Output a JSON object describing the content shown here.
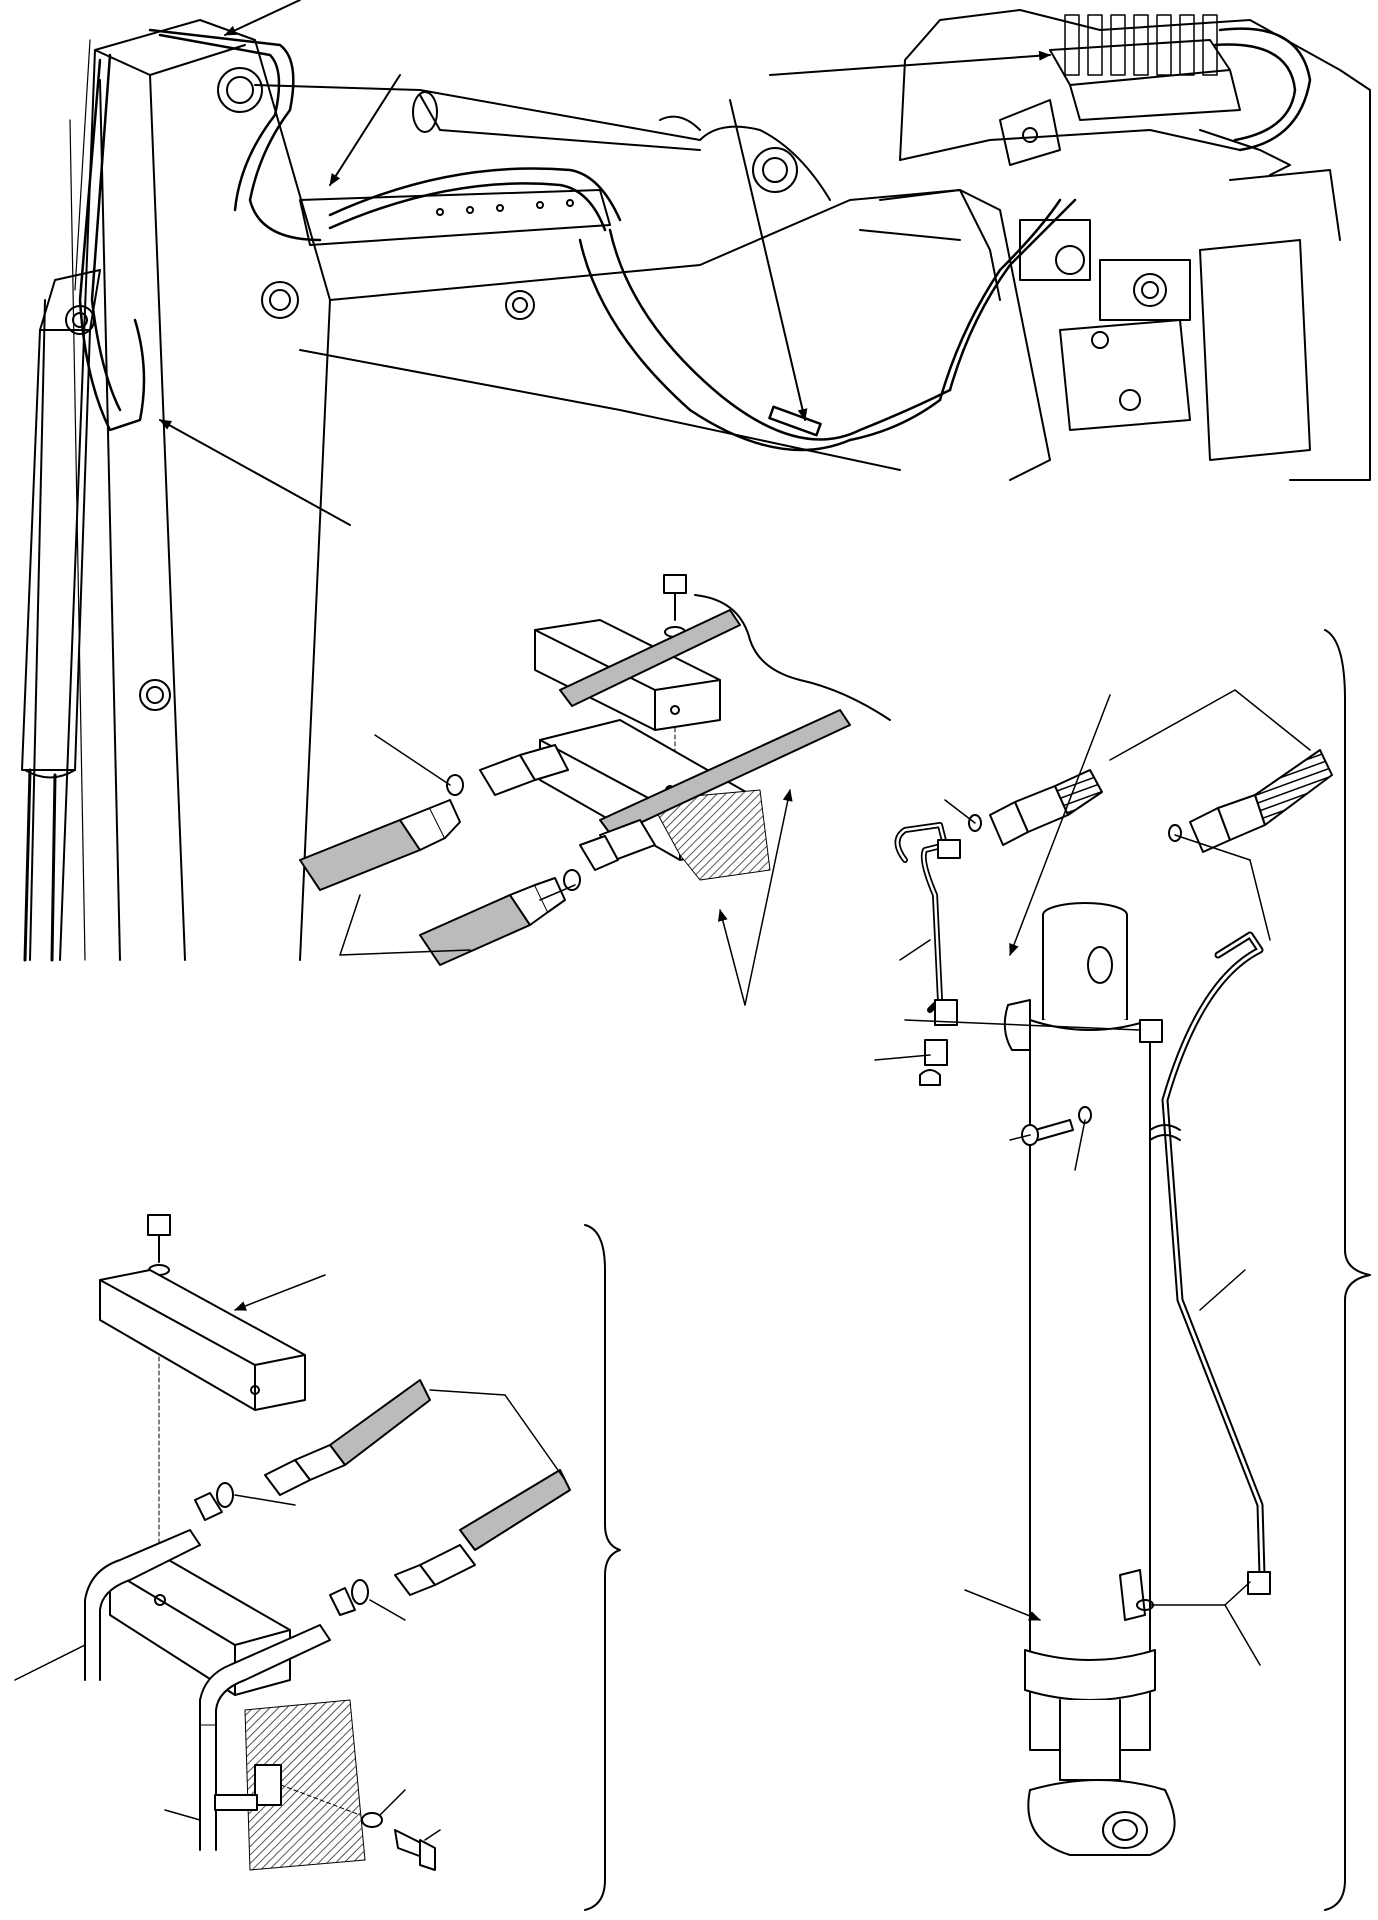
{
  "figure": {
    "description_visible_text": [],
    "colors": {
      "ink": "#000000",
      "paper": "#ffffff",
      "hose_fill": "#8c8c8c",
      "hatch": "#9a9a9a"
    },
    "views": [
      {
        "id": "boom-overview",
        "icon": "excavator-boom-hose-routing"
      },
      {
        "id": "hose-clamp-detail",
        "icon": "hose-clamp-block-with-fittings"
      },
      {
        "id": "cylinder-piping-detail",
        "icon": "hydraulic-cylinder-with-tubes"
      },
      {
        "id": "tube-clamp-detail",
        "icon": "tube-clamp-block-with-fittings"
      }
    ]
  }
}
